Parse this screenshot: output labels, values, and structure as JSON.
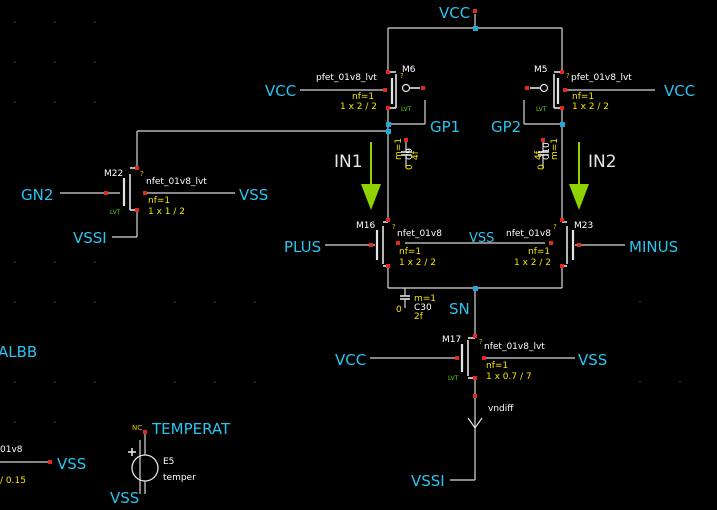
{
  "supplies": {
    "vcc_top": "VCC",
    "gp1": "GP1",
    "gp2": "GP2",
    "sn": "SN"
  },
  "left_labels": {
    "vcc_m6": "VCC",
    "vcc_m5": "VCC",
    "gn2": "GN2",
    "vss_m22": "VSS",
    "vssi_m22": "VSSI"
  },
  "input_pins": {
    "in1": "IN1",
    "in2": "IN2"
  },
  "nets": {
    "plus": "PLUS",
    "minus": "MINUS",
    "vss_mid": "VSS",
    "vcc_m17": "VCC",
    "vss_m17": "VSS",
    "vssi_bottom": "VSSI",
    "vndiff": "vndiff",
    "albb": "ALBB",
    "vss_left": "VSS",
    "vss_e5": "VSS",
    "temperat": "TEMPERAT"
  },
  "devices": {
    "m6": {
      "name": "M6",
      "model": "pfet_01v8_lvt",
      "nf": "nf=1",
      "size": "1 x 2 / 2"
    },
    "m5": {
      "name": "M5",
      "model": "pfet_01v8_lvt",
      "nf": "nf=1",
      "size": "1 x 2 / 2"
    },
    "m22": {
      "name": "M22",
      "model": "nfet_01v8_lvt",
      "nf": "nf=1",
      "size": "1 x 1 / 2"
    },
    "m16": {
      "name": "M16",
      "model": "nfet_01v8",
      "nf": "nf=1",
      "size": "1 x 2 / 2"
    },
    "m23": {
      "name": "M23",
      "model": "nfet_01v8",
      "nf": "nf=1",
      "size": "1 x 2 / 2"
    },
    "m17": {
      "name": "M17",
      "model": "nfet_01v8_lvt",
      "nf": "nf=1",
      "size": "1 x 0.7 / 7"
    },
    "lvt": "LVT"
  },
  "caps": {
    "c9": {
      "name": "C9",
      "m": "m=1",
      "val": "4f",
      "zero": "0"
    },
    "c10": {
      "name": "C10",
      "m": "m=1",
      "val": "4f",
      "zero": "0"
    },
    "c30": {
      "name": "C30",
      "m": "m=1",
      "val": "2f",
      "zero": "0"
    }
  },
  "source": {
    "name": "E5",
    "model": "temper",
    "nc": "NC"
  },
  "partial": {
    "model_left": "01v8",
    "size_left": "/ 0.15"
  },
  "pin_marks": {
    "q": "?"
  },
  "colors": {
    "background": "#000000",
    "wire": "#d8d8d8",
    "net_label": "#29c4ef",
    "params": "#f0e600",
    "pins": "#e0291f",
    "arrow": "#8fd400"
  }
}
